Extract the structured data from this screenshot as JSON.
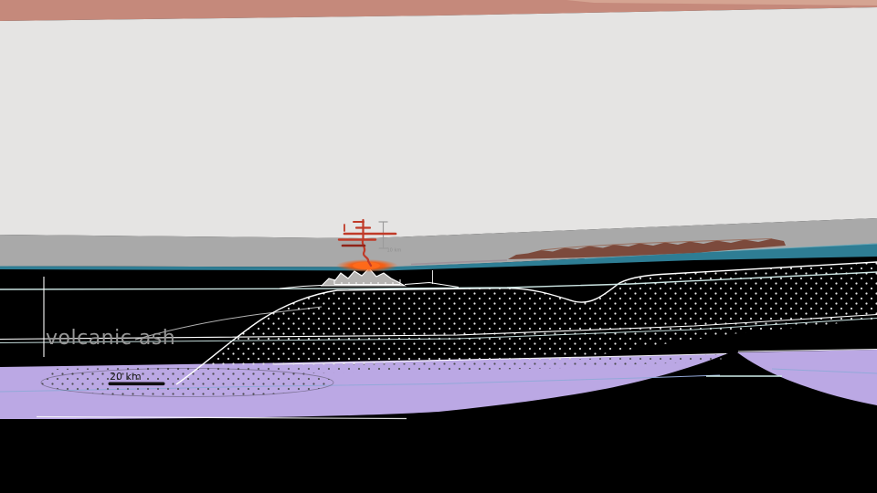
{
  "figure": {
    "type": "geological-cross-section",
    "labels": {
      "volcanic_ash": "volcanic ash"
    },
    "scale_bar": {
      "label": "20 km"
    },
    "depth_scale": {
      "label": "10 km"
    },
    "colors": {
      "sky_band_salmon": "#c5897b",
      "sky_band_salmon_light": "#d6a795",
      "upper_crust_light_gray": "#e5e4e3",
      "crust_band_gray": "#a9a9a9",
      "ocean_teal": "#2e7d94",
      "hills_brown": "#7c4a3c",
      "background_black": "#000000",
      "ash_layer_purple": "#bba8e4",
      "boundary_white": "#ffffff",
      "boundary_cyan": "#d6f0ee",
      "dike_red": "#c03a28",
      "sill_dark_red": "#8f2318",
      "magma_orange": "#ff5400"
    }
  }
}
